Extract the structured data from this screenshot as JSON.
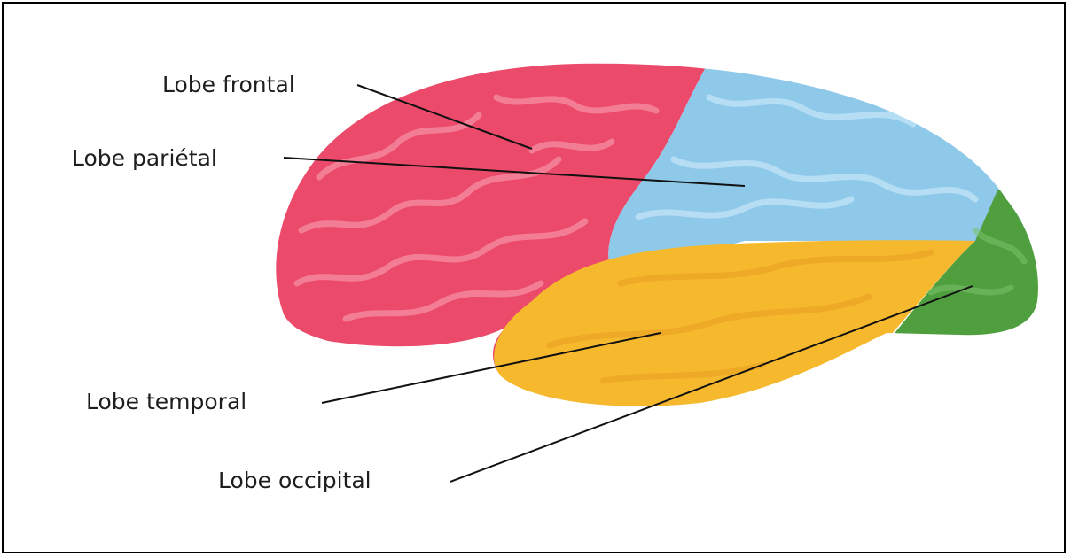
{
  "labels": {
    "frontal": "Lobe frontal",
    "parietal": "Lobe pariétal",
    "temporal": "Lobe temporal",
    "occipital": "Lobe occipital"
  },
  "colors": {
    "frontal": "#ec4a6a",
    "parietal": "#8fc9ea",
    "temporal": "#f6b92e",
    "occipital": "#4f9f3e",
    "border": "#000000",
    "leader": "#111111"
  }
}
